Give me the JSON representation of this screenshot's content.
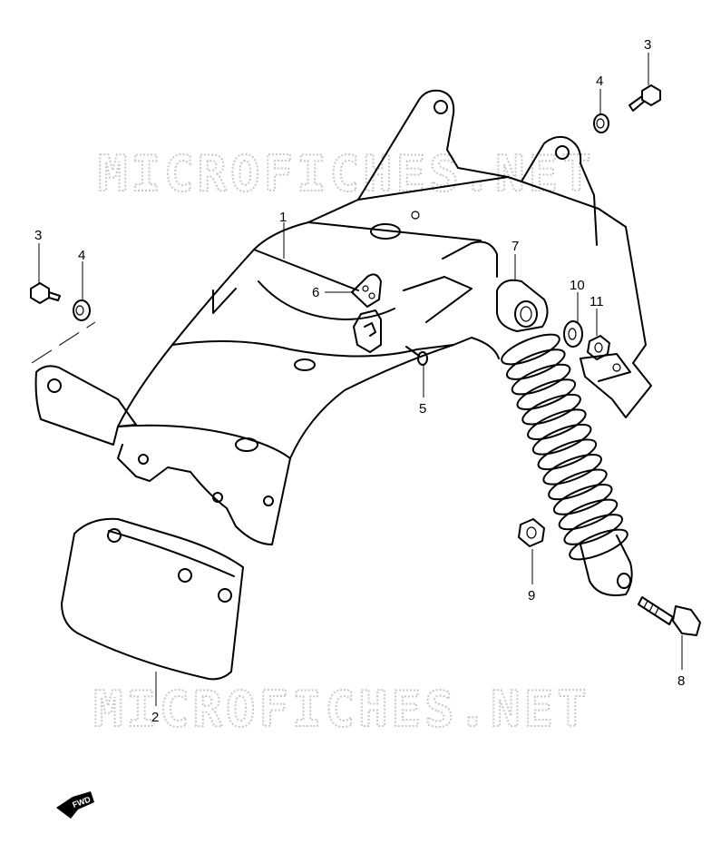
{
  "watermark": {
    "top": "MICROFICHES.NET",
    "bottom": "MICROFICHES.NET"
  },
  "callouts": {
    "c1": "1",
    "c2": "2",
    "c3a": "3",
    "c3b": "3",
    "c4a": "4",
    "c4b": "4",
    "c5": "5",
    "c6": "6",
    "c7": "7",
    "c8": "8",
    "c9": "9",
    "c10": "10",
    "c11": "11"
  },
  "direction": "FWD"
}
